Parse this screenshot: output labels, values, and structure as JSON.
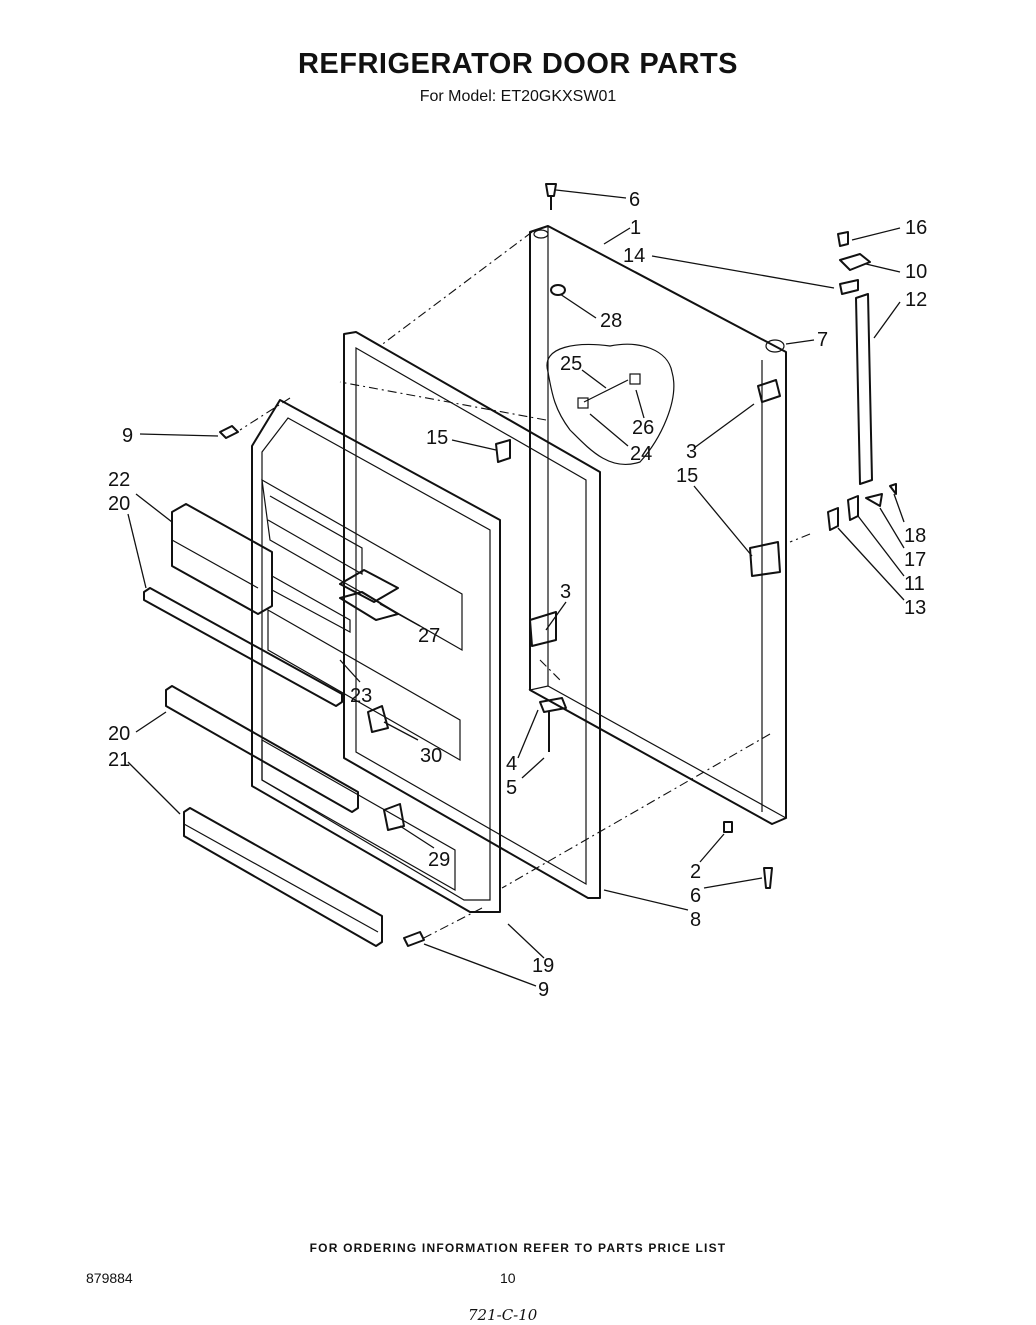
{
  "header": {
    "title": "REFRIGERATOR DOOR PARTS",
    "model_line": "For Model: ET20GKXSW01"
  },
  "callouts": [
    {
      "id": "c6a",
      "text": "6"
    },
    {
      "id": "c1",
      "text": "1"
    },
    {
      "id": "c14",
      "text": "14"
    },
    {
      "id": "c16",
      "text": "16"
    },
    {
      "id": "c10",
      "text": "10"
    },
    {
      "id": "c12",
      "text": "12"
    },
    {
      "id": "c28",
      "text": "28"
    },
    {
      "id": "c7",
      "text": "7"
    },
    {
      "id": "c25",
      "text": "25"
    },
    {
      "id": "c26",
      "text": "26"
    },
    {
      "id": "c24",
      "text": "24"
    },
    {
      "id": "c9a",
      "text": "9"
    },
    {
      "id": "c15a",
      "text": "15"
    },
    {
      "id": "c3a",
      "text": "3"
    },
    {
      "id": "c15b",
      "text": "15"
    },
    {
      "id": "c22",
      "text": "22"
    },
    {
      "id": "c20a",
      "text": "20"
    },
    {
      "id": "c18",
      "text": "18"
    },
    {
      "id": "c17",
      "text": "17"
    },
    {
      "id": "c11",
      "text": "11"
    },
    {
      "id": "c13",
      "text": "13"
    },
    {
      "id": "c3b",
      "text": "3"
    },
    {
      "id": "c27",
      "text": "27"
    },
    {
      "id": "c23",
      "text": "23"
    },
    {
      "id": "c20b",
      "text": "20"
    },
    {
      "id": "c21",
      "text": "21"
    },
    {
      "id": "c30",
      "text": "30"
    },
    {
      "id": "c4",
      "text": "4"
    },
    {
      "id": "c5",
      "text": "5"
    },
    {
      "id": "c2",
      "text": "2"
    },
    {
      "id": "c29",
      "text": "29"
    },
    {
      "id": "c6b",
      "text": "6"
    },
    {
      "id": "c8",
      "text": "8"
    },
    {
      "id": "c19",
      "text": "19"
    },
    {
      "id": "c9b",
      "text": "9"
    }
  ],
  "footer": {
    "ordering_note": "FOR ORDERING INFORMATION REFER TO PARTS PRICE LIST",
    "document_number": "879884",
    "page_number": "10",
    "handwritten_note": "721-C-10"
  }
}
